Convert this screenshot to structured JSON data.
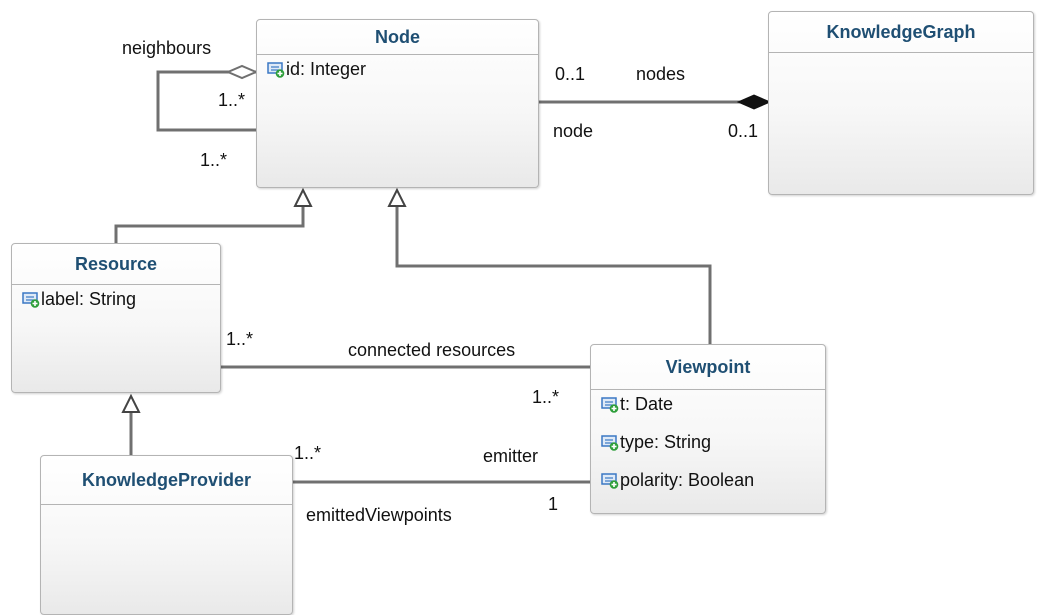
{
  "classes": {
    "node": {
      "name": "Node",
      "attributes": [
        "id: Integer"
      ]
    },
    "knowledge_graph": {
      "name": "KnowledgeGraph",
      "attributes": []
    },
    "resource": {
      "name": "Resource",
      "attributes": [
        "label: String"
      ]
    },
    "viewpoint": {
      "name": "Viewpoint",
      "attributes": [
        "t: Date",
        "type: String",
        "polarity: Boolean"
      ]
    },
    "knowledge_provider": {
      "name": "KnowledgeProvider",
      "attributes": []
    }
  },
  "associations": {
    "neighbours": {
      "role": "neighbours",
      "mult_source": "1..*",
      "mult_target": "1..*"
    },
    "node_graph": {
      "role_nodes": "nodes",
      "mult_nodes": "0..1",
      "role_node": "node",
      "mult_graph": "0..1"
    },
    "resource_viewpoint": {
      "role": "connected resources",
      "mult_resource": "1..*",
      "mult_viewpoint": "1..*"
    },
    "provider_viewpoint": {
      "role_emitter": "emitter",
      "mult_provider": "1..*",
      "role_emitted": "emittedViewpoints",
      "mult_viewpoint": "1"
    }
  },
  "colors": {
    "class_title": "#1f4f73",
    "class_border": "#b4b4b4",
    "line": "#707070",
    "attribute_icon_blue": "#3b78c4",
    "attribute_icon_green": "#2e9e3a"
  }
}
